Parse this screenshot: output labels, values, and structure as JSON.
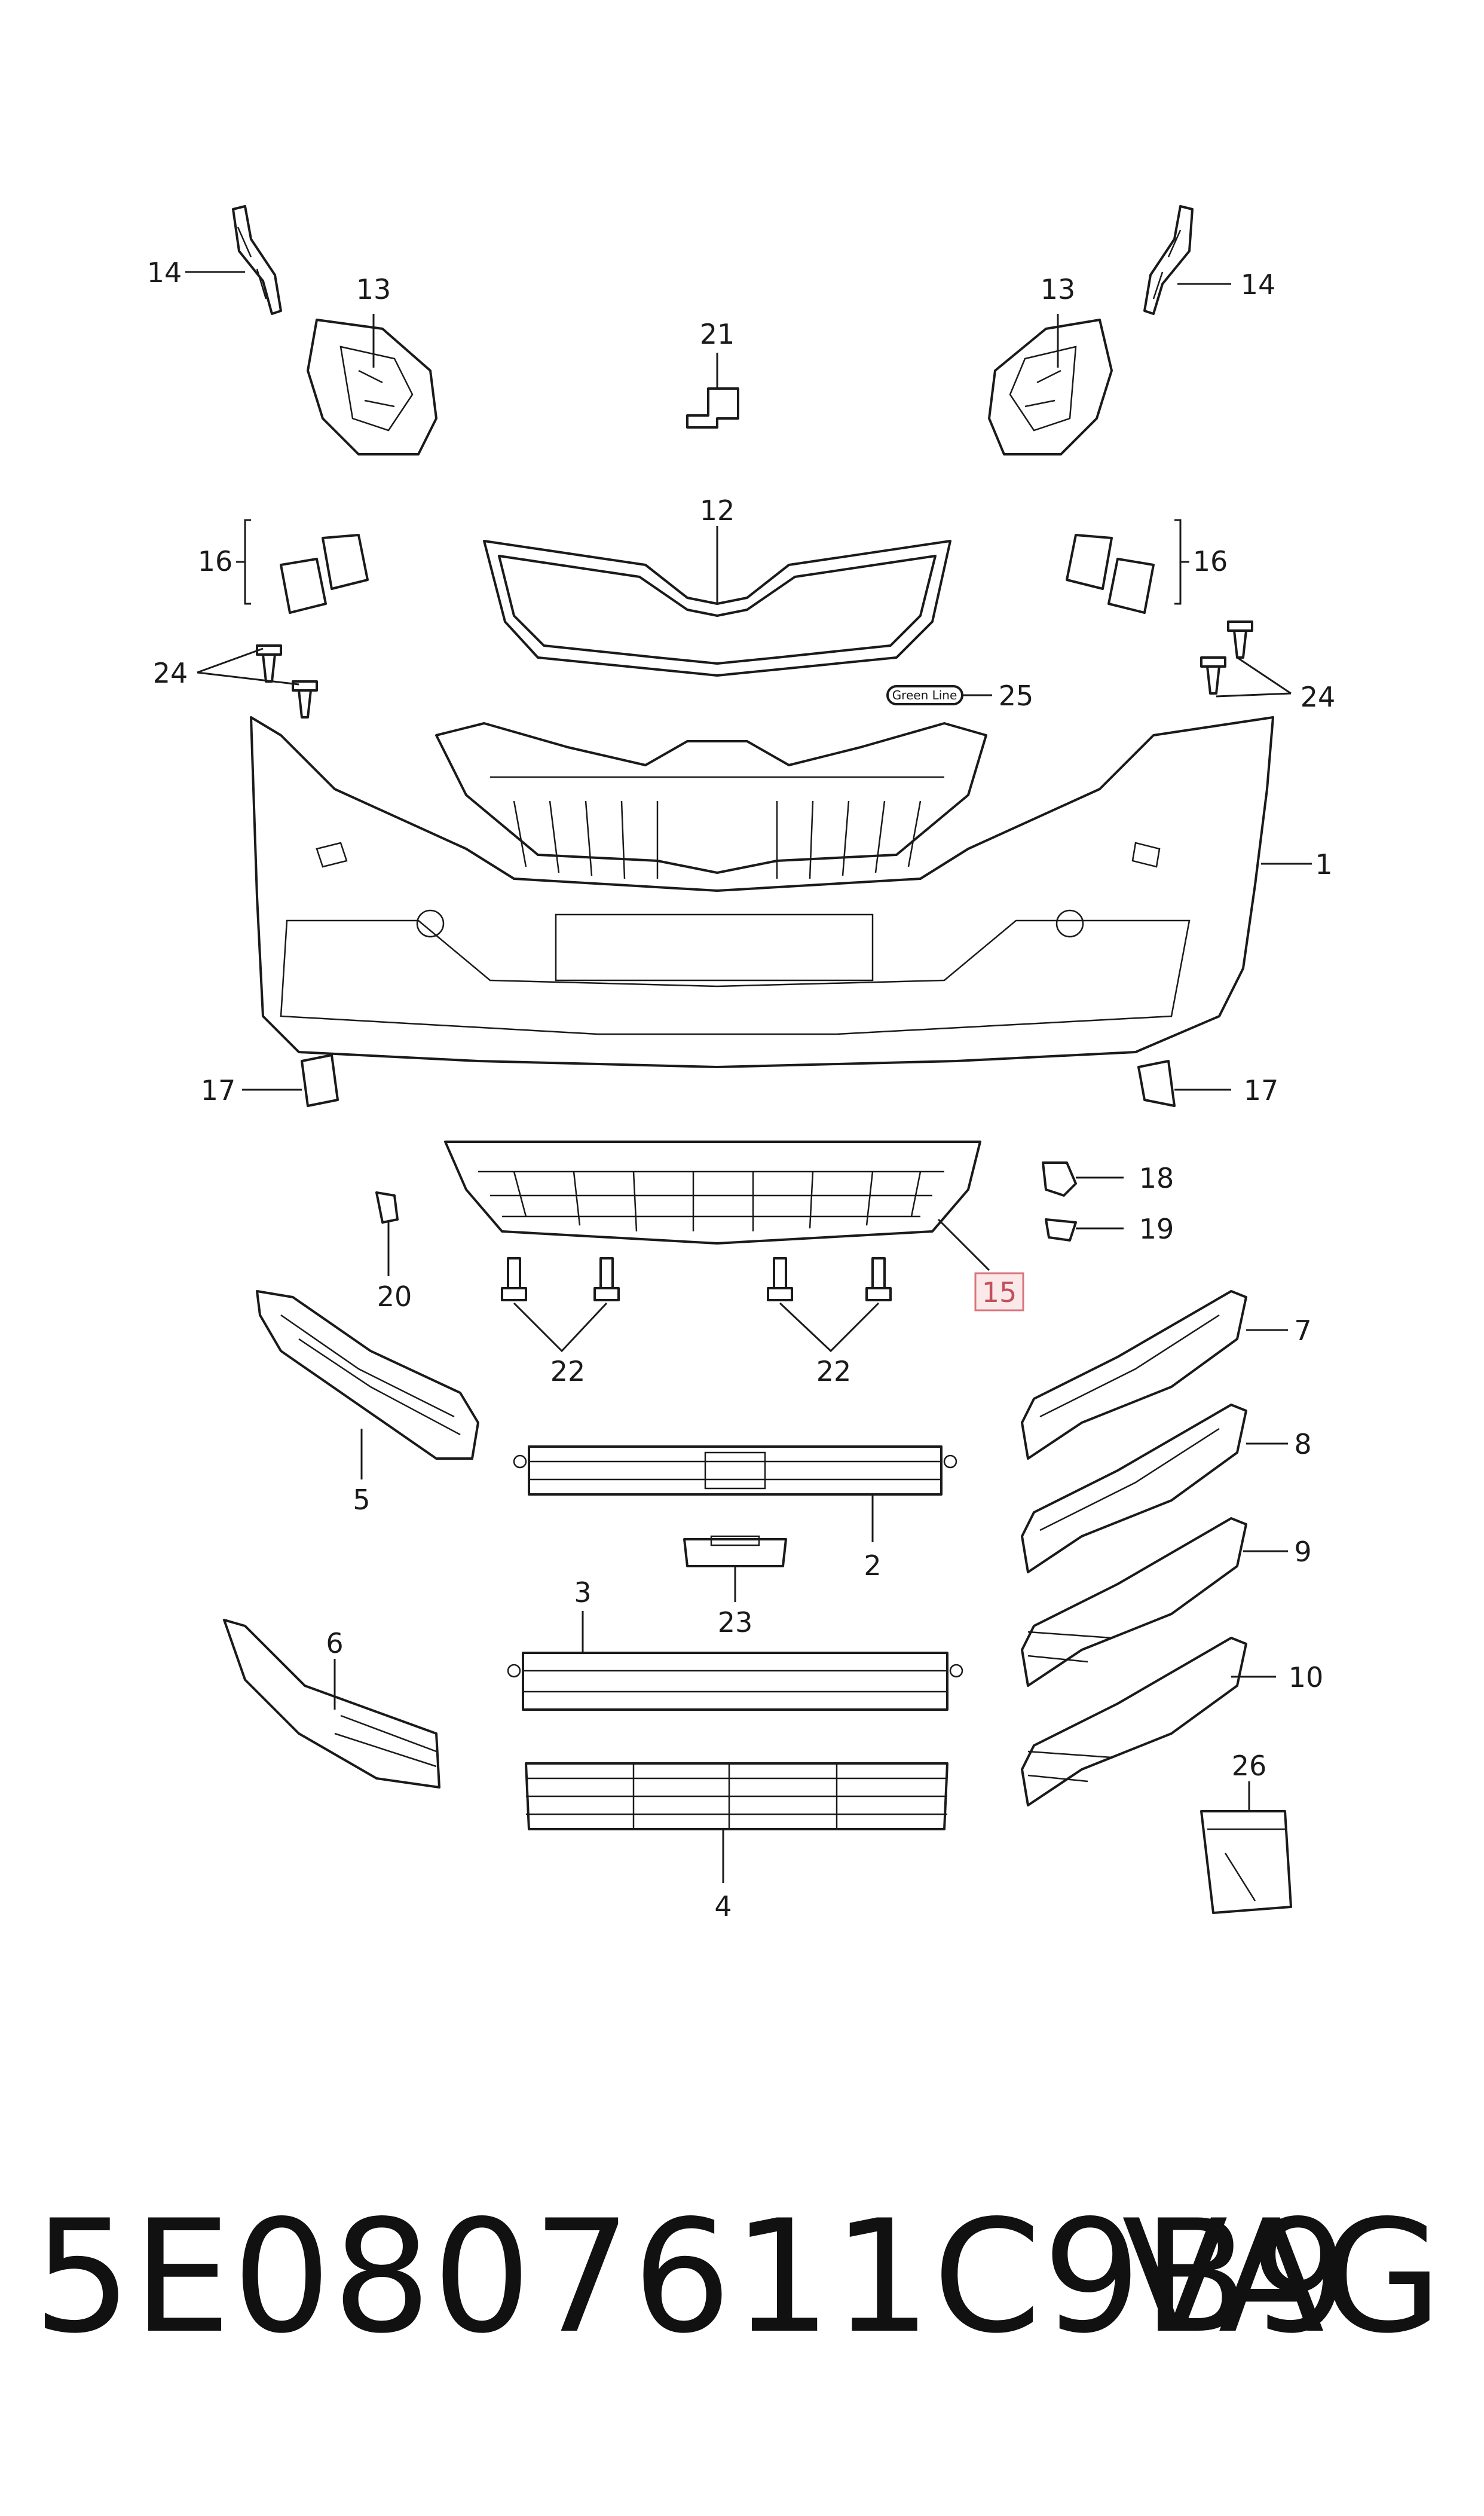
{
  "diagram": {
    "callouts": [
      "1",
      "2",
      "3",
      "4",
      "5",
      "6",
      "7",
      "8",
      "9",
      "10",
      "12",
      "13",
      "14",
      "15",
      "16",
      "17",
      "18",
      "19",
      "20",
      "21",
      "22",
      "23",
      "24",
      "25",
      "26"
    ],
    "highlighted_callout": "15",
    "emblem_text": "Green Line",
    "colors": {
      "line": "#1a1a1a",
      "highlight_fill": "#fbe9ea",
      "highlight_stroke": "#d9747d",
      "highlight_text": "#c0505a"
    }
  },
  "footer": {
    "part_number": "5E0807611C9B9",
    "brand": "VAG"
  }
}
